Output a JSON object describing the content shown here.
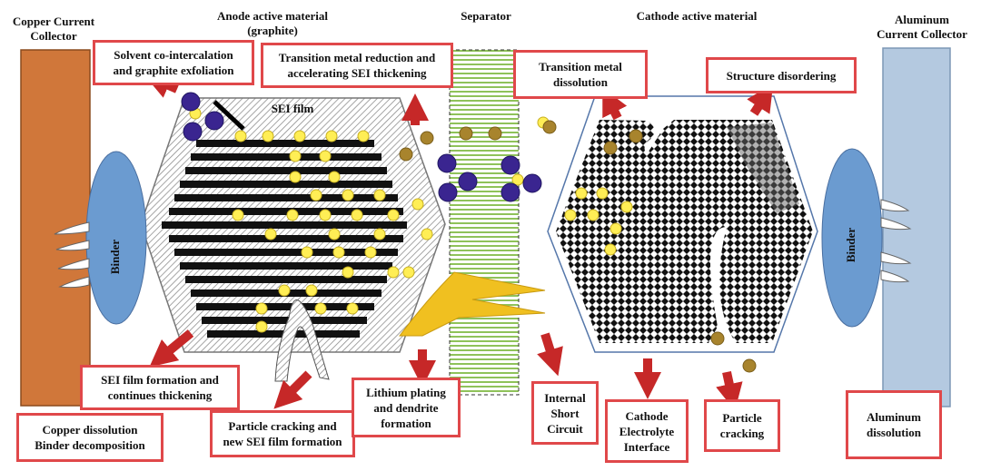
{
  "titles": {
    "copper": [
      "Copper Current",
      "Collector"
    ],
    "anode": [
      "Anode active material",
      "(graphite)"
    ],
    "separator": "Separator",
    "cathode": "Cathode active material",
    "aluminum": [
      "Aluminum",
      "Current Collector"
    ],
    "sei_film": "SEI film",
    "binder_left": "Binder",
    "binder_right": "Binder"
  },
  "boxes": {
    "solvent": [
      "Solvent co-intercalation",
      "and graphite exfoliation"
    ],
    "transition_reduction": [
      "Transition metal reduction and",
      "accelerating SEI thickening"
    ],
    "tm_dissolution": [
      "Transition  metal",
      "dissolution"
    ],
    "structure": [
      "Structure disordering"
    ],
    "sei_formation": [
      "SEI film formation and",
      "continues thickening"
    ],
    "copper_binder": [
      "Copper dissolution",
      "Binder decomposition"
    ],
    "particle_cracking_anode": [
      "Particle cracking and",
      "new SEI film formation"
    ],
    "lithium_plating": [
      "Lithium plating",
      "and dendrite",
      "formation"
    ],
    "internal_short": [
      "Internal",
      "Short",
      "Circuit"
    ],
    "cei": [
      "Cathode",
      "Electrolyte",
      "Interface"
    ],
    "particle_cracking_cathode": [
      "Particle",
      "cracking"
    ],
    "aluminum_dissolution": [
      "Aluminum",
      "dissolution"
    ]
  },
  "colors": {
    "copper": "#d0773a",
    "aluminum": "#b4c9e0",
    "binder": "#6b9bd0",
    "box_border": "#e0484a",
    "arrow": "#c62828",
    "li_ion": "#ffee55",
    "tm_ion": "#a8842d",
    "anion": "#3a2590",
    "separator_line": "#8fc25a",
    "dendrite": "#f0c020"
  }
}
